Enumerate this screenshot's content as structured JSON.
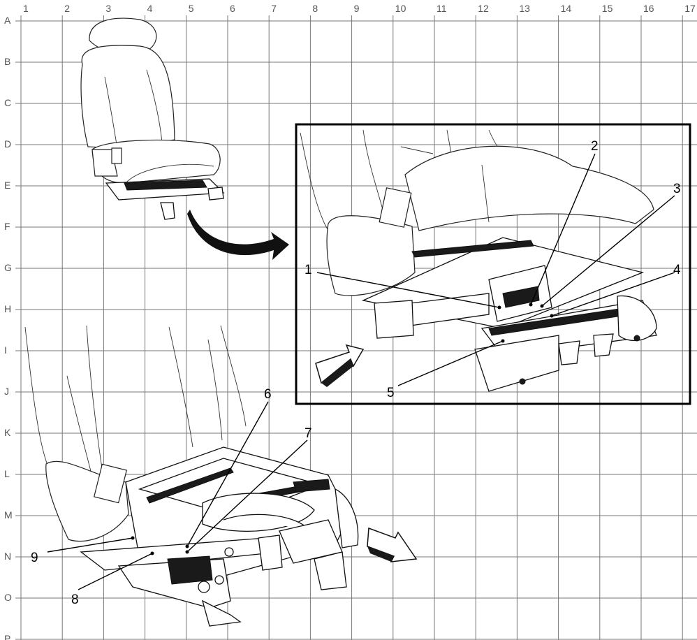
{
  "grid": {
    "columns": [
      "1",
      "2",
      "3",
      "4",
      "5",
      "6",
      "7",
      "8",
      "9",
      "10",
      "11",
      "12",
      "13",
      "14",
      "15",
      "16",
      "17"
    ],
    "rows": [
      "A",
      "B",
      "C",
      "D",
      "E",
      "F",
      "G",
      "H",
      "I",
      "J",
      "K",
      "L",
      "M",
      "N",
      "O",
      "P"
    ]
  },
  "callouts": [
    "1",
    "2",
    "3",
    "4",
    "5",
    "6",
    "7",
    "8",
    "9"
  ],
  "icons": {
    "transfer_arrow": "curved-arrow-icon",
    "view_arrow_detail": "view-direction-arrow-icon",
    "view_arrow_lower": "view-direction-arrow-icon"
  }
}
